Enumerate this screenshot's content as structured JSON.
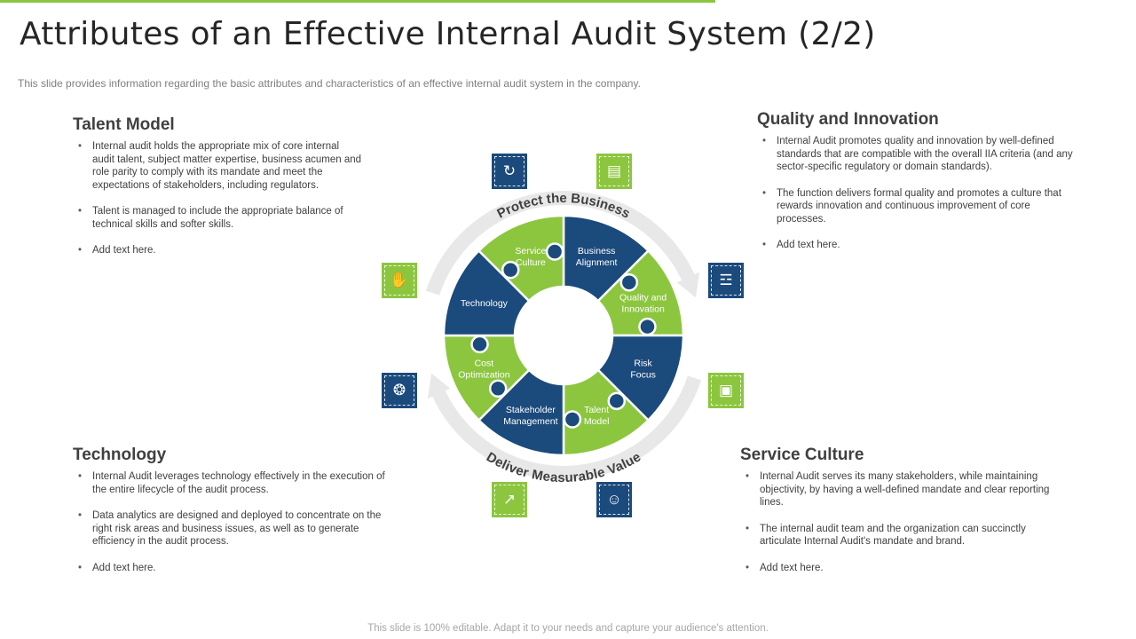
{
  "title": "Attributes of an Effective Internal Audit System (2/2)",
  "subtitle": "This slide provides  information  regarding  the basic attributes and characteristics of an effective  internal audit system in the company.",
  "footer": "This slide is 100% editable. Adapt it to your needs and capture your audience's attention.",
  "sections": {
    "talent_model": {
      "heading": "Talent Model",
      "bullets": [
        "Internal audit holds the appropriate mix of core internal audit talent, subject matter expertise, business acumen and role parity to comply with its mandate and meet the expectations of stakeholders, including regulators.",
        "Talent is managed to include the appropriate balance of technical skills and softer skills.",
        "Add text here."
      ]
    },
    "quality_innovation": {
      "heading": "Quality and Innovation",
      "bullets": [
        "Internal Audit promotes quality and innovation by well-defined standards that are compatible with the overall IIA  criteria (and any sector-specific regulatory or domain standards).",
        "The function delivers formal quality and promotes a culture that rewards innovation and continuous improvement of core processes.",
        "Add text here."
      ]
    },
    "technology": {
      "heading": "Technology",
      "bullets": [
        "Internal Audit leverages technology effectively in the execution of the entire lifecycle of the audit process.",
        "Data analytics are designed and deployed to concentrate on the right risk areas and business issues, as well as to generate efficiency in the audit process.",
        "Add text here."
      ]
    },
    "service_culture": {
      "heading": "Service Culture",
      "bullets": [
        "Internal Audit serves its many stakeholders, while maintaining objectivity,  by having a well-defined mandate and clear reporting lines.",
        "The internal audit team and the organization can succinctly articulate Internal Audit's mandate and brand.",
        "Add text here."
      ]
    }
  },
  "diagram": {
    "arc_top": "Protect the Business",
    "arc_bottom": "Deliver Measurable Value",
    "pieces": [
      {
        "lines": [
          "Business",
          "Alignment"
        ],
        "color": "#1b4a7c"
      },
      {
        "lines": [
          "Quality and",
          "Innovation"
        ],
        "color": "#8cc63f"
      },
      {
        "lines": [
          "Risk",
          "Focus"
        ],
        "color": "#1b4a7c"
      },
      {
        "lines": [
          "Talent",
          "Model"
        ],
        "color": "#8cc63f"
      },
      {
        "lines": [
          "Stakeholder",
          "Management"
        ],
        "color": "#1b4a7c"
      },
      {
        "lines": [
          "Cost",
          "Optimization"
        ],
        "color": "#8cc63f"
      },
      {
        "lines": [
          "Technology"
        ],
        "color": "#1b4a7c"
      },
      {
        "lines": [
          "Service",
          "Culture"
        ],
        "color": "#8cc63f"
      }
    ]
  },
  "icons": [
    {
      "name": "business-alignment-icon",
      "glyph": "↻",
      "color": "navy"
    },
    {
      "name": "presentation-board-icon",
      "glyph": "▤",
      "color": "green"
    },
    {
      "name": "service-hand-icon",
      "glyph": "✋",
      "color": "green"
    },
    {
      "name": "risk-person-icon",
      "glyph": "☲",
      "color": "navy"
    },
    {
      "name": "innovation-bulb-icon",
      "glyph": "❂",
      "color": "navy"
    },
    {
      "name": "package-box-icon",
      "glyph": "▣",
      "color": "green"
    },
    {
      "name": "bar-chart-growth-icon",
      "glyph": "↗",
      "color": "green"
    },
    {
      "name": "stakeholder-team-icon",
      "glyph": "☺",
      "color": "navy"
    }
  ],
  "colors": {
    "accent_green": "#8cc63f",
    "navy": "#1b4a7c",
    "ring_gray": "#e8e8e8"
  }
}
